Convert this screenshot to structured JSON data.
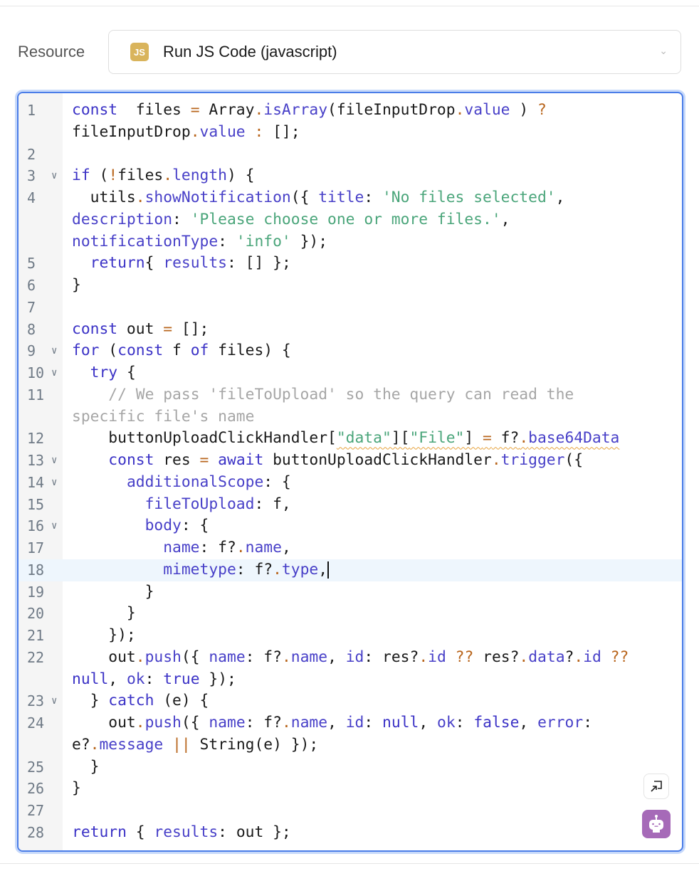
{
  "resource": {
    "label": "Resource",
    "selected": "Run JS Code (javascript)",
    "badge": "JS",
    "badge_color": "#d9b45c"
  },
  "editor": {
    "active_line": 18,
    "lines": [
      {
        "n": "1",
        "rows": [
          [
            [
              "k",
              "const"
            ],
            [
              "",
              "  files "
            ],
            [
              "o",
              "="
            ],
            [
              "",
              " Array"
            ],
            [
              "o",
              "."
            ],
            [
              "p",
              "isArray"
            ],
            [
              "",
              "(fileInputDrop"
            ],
            [
              "o",
              "."
            ],
            [
              "p",
              "value"
            ],
            [
              "",
              " ) "
            ],
            [
              "o",
              "?"
            ]
          ],
          [
            [
              "",
              "fileInputDrop"
            ],
            [
              "o",
              "."
            ],
            [
              "p",
              "value"
            ],
            [
              "",
              " "
            ],
            [
              "o",
              ":"
            ],
            [
              "",
              " [];"
            ]
          ]
        ]
      },
      {
        "n": "2",
        "rows": [
          []
        ]
      },
      {
        "n": "3",
        "fold": true,
        "rows": [
          [
            [
              "k",
              "if"
            ],
            [
              "",
              " ("
            ],
            [
              "o",
              "!"
            ],
            [
              "",
              "files"
            ],
            [
              "o",
              "."
            ],
            [
              "p",
              "length"
            ],
            [
              "",
              ") {"
            ]
          ]
        ]
      },
      {
        "n": "4",
        "rows": [
          [
            [
              "",
              "  utils"
            ],
            [
              "o",
              "."
            ],
            [
              "p",
              "showNotification"
            ],
            [
              "",
              "({ "
            ],
            [
              "p",
              "title"
            ],
            [
              "",
              ": "
            ],
            [
              "s",
              "'No files selected'"
            ],
            [
              "",
              ","
            ]
          ],
          [
            [
              "p",
              "description"
            ],
            [
              "",
              ": "
            ],
            [
              "s",
              "'Please choose one or more files.'"
            ],
            [
              "",
              ","
            ]
          ],
          [
            [
              "p",
              "notificationType"
            ],
            [
              "",
              ": "
            ],
            [
              "s",
              "'info'"
            ],
            [
              "",
              " });"
            ]
          ]
        ]
      },
      {
        "n": "5",
        "rows": [
          [
            [
              "",
              "  "
            ],
            [
              "k",
              "return"
            ],
            [
              "",
              "{ "
            ],
            [
              "p",
              "results"
            ],
            [
              "",
              ": [] };"
            ]
          ]
        ]
      },
      {
        "n": "6",
        "rows": [
          [
            [
              "",
              "}"
            ]
          ]
        ]
      },
      {
        "n": "7",
        "rows": [
          []
        ]
      },
      {
        "n": "8",
        "rows": [
          [
            [
              "k",
              "const"
            ],
            [
              "",
              " out "
            ],
            [
              "o",
              "="
            ],
            [
              "",
              " [];"
            ]
          ]
        ]
      },
      {
        "n": "9",
        "fold": true,
        "rows": [
          [
            [
              "k",
              "for"
            ],
            [
              "",
              " ("
            ],
            [
              "k",
              "const"
            ],
            [
              "",
              " f "
            ],
            [
              "k",
              "of"
            ],
            [
              "",
              " files) {"
            ]
          ]
        ]
      },
      {
        "n": "10",
        "fold": true,
        "rows": [
          [
            [
              "",
              "  "
            ],
            [
              "k",
              "try"
            ],
            [
              "",
              " {"
            ]
          ]
        ]
      },
      {
        "n": "11",
        "rows": [
          [
            [
              "",
              "    "
            ],
            [
              "c",
              "// We pass 'fileToUpload' so the query can read the"
            ]
          ],
          [
            [
              "c",
              "specific file's name"
            ]
          ]
        ]
      },
      {
        "n": "12",
        "rows": [
          [
            [
              "",
              "    buttonUploadClickHandler["
            ],
            [
              "sw",
              "\"data\""
            ],
            [
              "w",
              "]["
            ],
            [
              "sw",
              "\"File\""
            ],
            [
              "w",
              "] "
            ],
            [
              "ow",
              "="
            ],
            [
              "w",
              " f?"
            ],
            [
              "ow",
              "."
            ],
            [
              "pw",
              "base64Data"
            ]
          ]
        ]
      },
      {
        "n": "13",
        "fold": true,
        "rows": [
          [
            [
              "",
              "    "
            ],
            [
              "k",
              "const"
            ],
            [
              "",
              " res "
            ],
            [
              "o",
              "="
            ],
            [
              "",
              " "
            ],
            [
              "k",
              "await"
            ],
            [
              "",
              " buttonUploadClickHandler"
            ],
            [
              "o",
              "."
            ],
            [
              "p",
              "trigger"
            ],
            [
              "",
              "({"
            ]
          ]
        ]
      },
      {
        "n": "14",
        "fold": true,
        "rows": [
          [
            [
              "",
              "      "
            ],
            [
              "p",
              "additionalScope"
            ],
            [
              "",
              ": {"
            ]
          ]
        ]
      },
      {
        "n": "15",
        "rows": [
          [
            [
              "",
              "        "
            ],
            [
              "p",
              "fileToUpload"
            ],
            [
              "",
              ": f,"
            ]
          ]
        ]
      },
      {
        "n": "16",
        "fold": true,
        "rows": [
          [
            [
              "",
              "        "
            ],
            [
              "p",
              "body"
            ],
            [
              "",
              ": {"
            ]
          ]
        ]
      },
      {
        "n": "17",
        "rows": [
          [
            [
              "",
              "          "
            ],
            [
              "p",
              "name"
            ],
            [
              "",
              ": f?"
            ],
            [
              "o",
              "."
            ],
            [
              "p",
              "name"
            ],
            [
              "",
              ","
            ]
          ]
        ]
      },
      {
        "n": "18",
        "rows": [
          [
            [
              "",
              "          "
            ],
            [
              "p",
              "mimetype"
            ],
            [
              "",
              ": f?"
            ],
            [
              "o",
              "."
            ],
            [
              "p",
              "type"
            ],
            [
              "",
              ","
            ]
          ]
        ]
      },
      {
        "n": "19",
        "rows": [
          [
            [
              "",
              "        }"
            ]
          ]
        ]
      },
      {
        "n": "20",
        "rows": [
          [
            [
              "",
              "      }"
            ]
          ]
        ]
      },
      {
        "n": "21",
        "rows": [
          [
            [
              "",
              "    });"
            ]
          ]
        ]
      },
      {
        "n": "22",
        "rows": [
          [
            [
              "",
              "    out"
            ],
            [
              "o",
              "."
            ],
            [
              "p",
              "push"
            ],
            [
              "",
              "({ "
            ],
            [
              "p",
              "name"
            ],
            [
              "",
              ": f?"
            ],
            [
              "o",
              "."
            ],
            [
              "p",
              "name"
            ],
            [
              "",
              ", "
            ],
            [
              "p",
              "id"
            ],
            [
              "",
              ": res?"
            ],
            [
              "o",
              "."
            ],
            [
              "p",
              "id"
            ],
            [
              "",
              " "
            ],
            [
              "o",
              "??"
            ],
            [
              "",
              " res?"
            ],
            [
              "o",
              "."
            ],
            [
              "p",
              "data"
            ],
            [
              "",
              "?"
            ],
            [
              "o",
              "."
            ],
            [
              "p",
              "id"
            ],
            [
              "",
              " "
            ],
            [
              "o",
              "??"
            ]
          ],
          [
            [
              "k",
              "null"
            ],
            [
              "",
              ", "
            ],
            [
              "p",
              "ok"
            ],
            [
              "",
              ": "
            ],
            [
              "k",
              "true"
            ],
            [
              "",
              " });"
            ]
          ]
        ]
      },
      {
        "n": "23",
        "fold": true,
        "rows": [
          [
            [
              "",
              "  } "
            ],
            [
              "k",
              "catch"
            ],
            [
              "",
              " (e) {"
            ]
          ]
        ]
      },
      {
        "n": "24",
        "rows": [
          [
            [
              "",
              "    out"
            ],
            [
              "o",
              "."
            ],
            [
              "p",
              "push"
            ],
            [
              "",
              "({ "
            ],
            [
              "p",
              "name"
            ],
            [
              "",
              ": f?"
            ],
            [
              "o",
              "."
            ],
            [
              "p",
              "name"
            ],
            [
              "",
              ", "
            ],
            [
              "p",
              "id"
            ],
            [
              "",
              ": "
            ],
            [
              "k",
              "null"
            ],
            [
              "",
              ", "
            ],
            [
              "p",
              "ok"
            ],
            [
              "",
              ": "
            ],
            [
              "k",
              "false"
            ],
            [
              "",
              ", "
            ],
            [
              "p",
              "error"
            ],
            [
              "",
              ":"
            ]
          ],
          [
            [
              "",
              "e?"
            ],
            [
              "o",
              "."
            ],
            [
              "p",
              "message"
            ],
            [
              "",
              " "
            ],
            [
              "o",
              "||"
            ],
            [
              "",
              " String(e) });"
            ]
          ]
        ]
      },
      {
        "n": "25",
        "rows": [
          [
            [
              "",
              "  }"
            ]
          ]
        ]
      },
      {
        "n": "26",
        "rows": [
          [
            [
              "",
              "}"
            ]
          ]
        ]
      },
      {
        "n": "27",
        "rows": [
          []
        ]
      },
      {
        "n": "28",
        "rows": [
          [
            [
              "k",
              "return"
            ],
            [
              "",
              " { "
            ],
            [
              "p",
              "results"
            ],
            [
              "",
              ": out };"
            ]
          ]
        ]
      }
    ]
  },
  "icons": {
    "expand": "expand-icon",
    "assistant": "robot-icon",
    "assistant_color": "#a66ab8"
  }
}
